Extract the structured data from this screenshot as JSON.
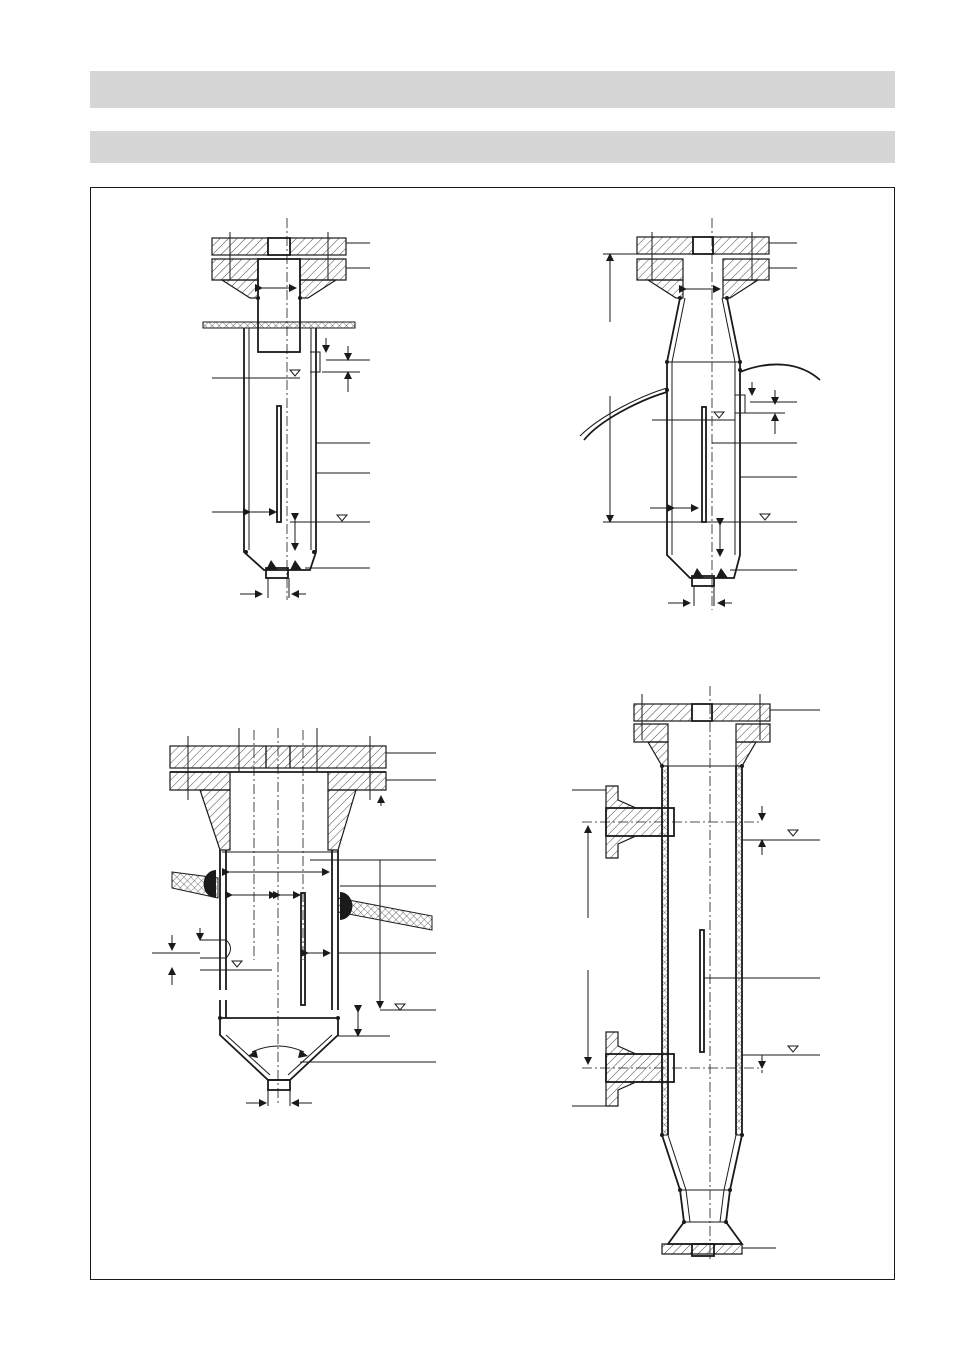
{
  "header": {
    "bar_top_text": "",
    "bar_bottom_text": ""
  },
  "drawings": [
    {
      "id": "top-left",
      "kind": "pipe-stub bypass chamber"
    },
    {
      "id": "top-right",
      "kind": "tapered bypass chamber with cable"
    },
    {
      "id": "bottom-left",
      "kind": "insulated chamber with lid"
    },
    {
      "id": "bottom-right",
      "kind": "side-flanged bypass chamber"
    }
  ],
  "icons": {
    "level": "level-symbol-icon",
    "arrow": "dimension-arrow-icon"
  }
}
